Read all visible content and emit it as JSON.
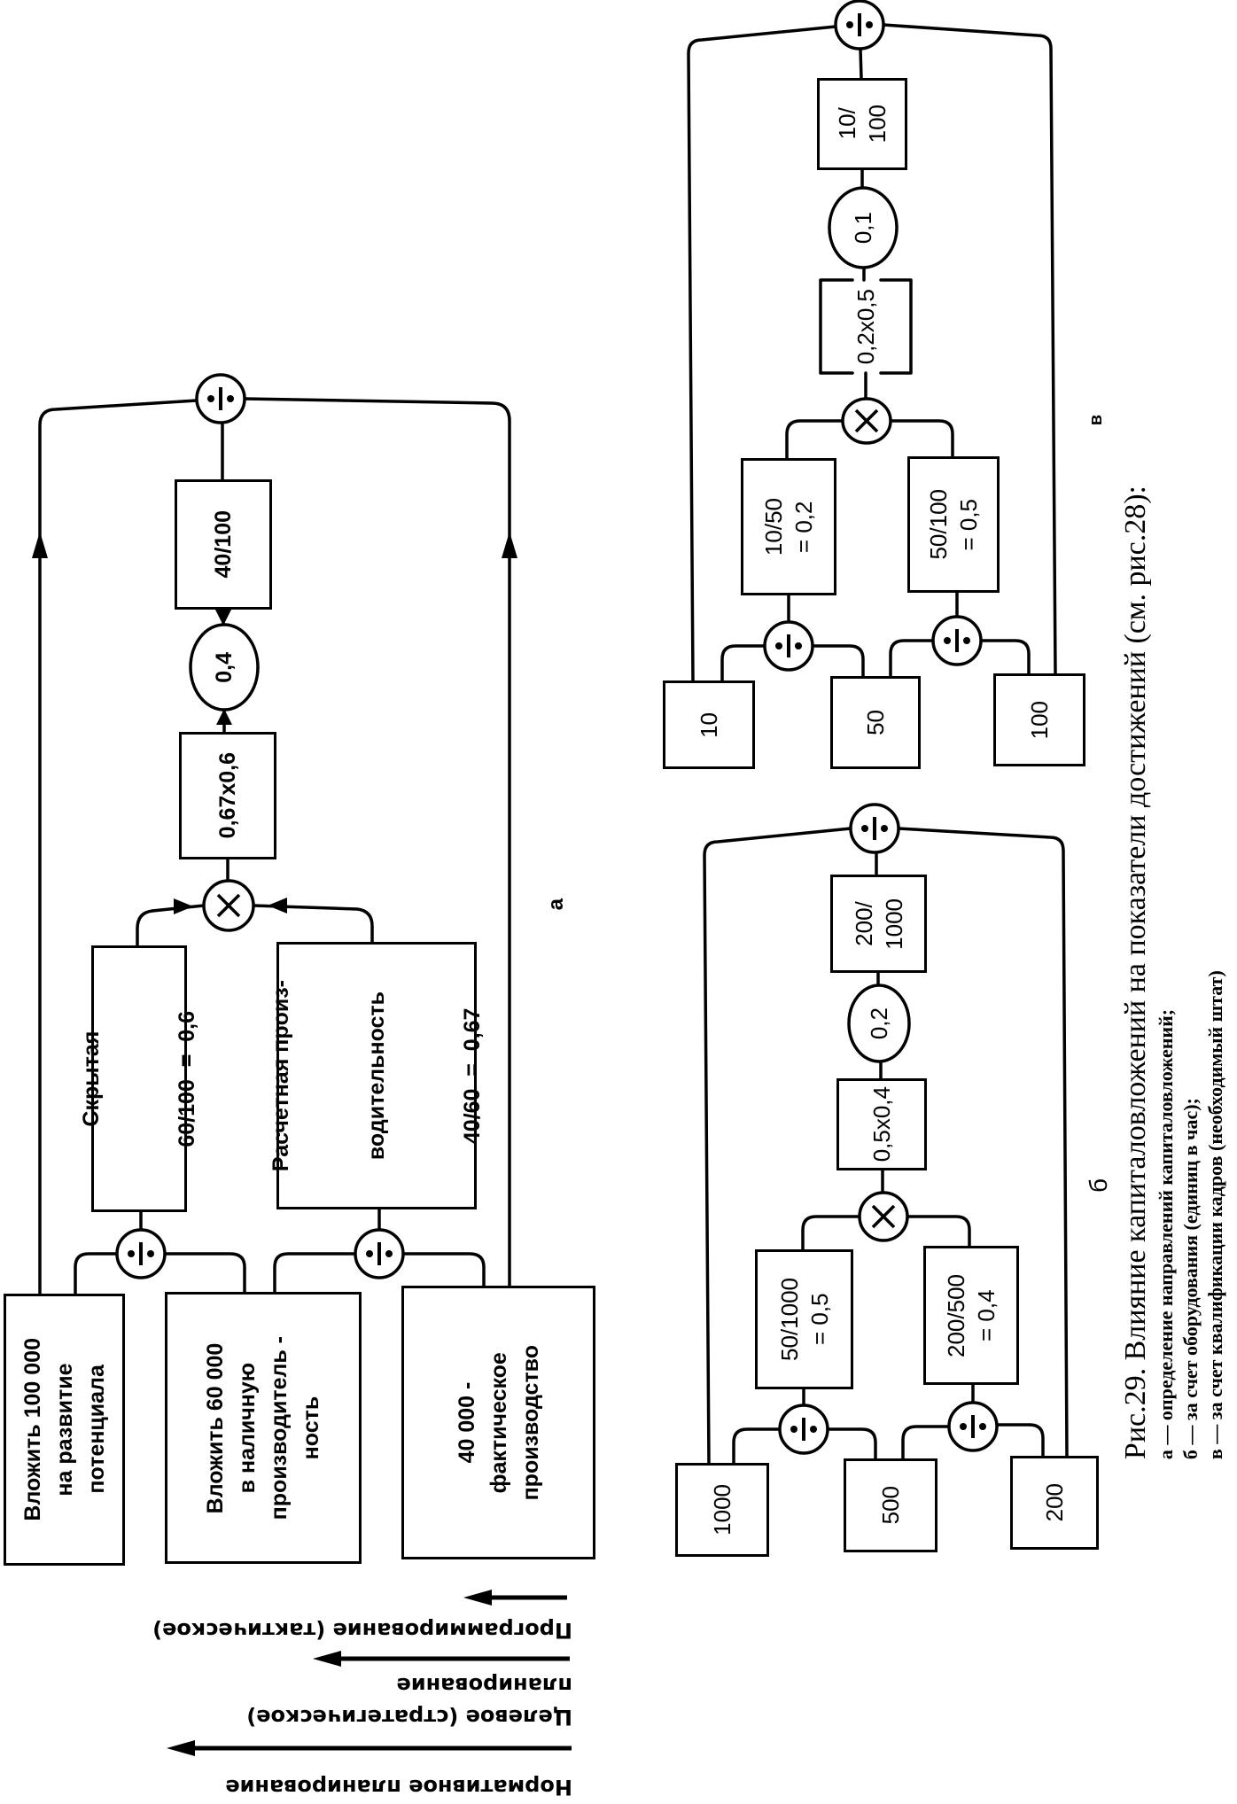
{
  "figure": {
    "caption_title": "Рис.29. Влияние капиталовложений на показатели достижений (см. рис.28):",
    "caption_items": [
      "а — определение направлений капиталовложений;",
      "б — за счет оборудования (единиц в час);",
      "в — за счет квалификации кадров (необходимый штат)"
    ]
  },
  "legend": {
    "normative": "Нормативное планирование",
    "target_line1": "Целевое (стратегическое)",
    "target_line2": "планирование",
    "program": "Программирование (тактическое)"
  },
  "diagram_a": {
    "label": "а",
    "invest_potential": [
      "Вложить 100 000",
      "на развитие",
      "потенциала"
    ],
    "invest_capacity": [
      "Вложить 60 000",
      "в наличную",
      "производитель -",
      "ность"
    ],
    "actual": [
      "40 000 -",
      "фактическое",
      "производство"
    ],
    "hidden": [
      "Скрытая",
      "60/100  =  0,6"
    ],
    "calculated": [
      "Расчетная произ-",
      "водительность",
      "40/60  =  0,67"
    ],
    "product": "0,67x0,6",
    "result": "0,4",
    "ratio": "40/100"
  },
  "diagram_b": {
    "label": "б",
    "input_1": "1000",
    "input_2": "500",
    "input_3": "200",
    "ratio_1": [
      "50/1000",
      "= 0,5"
    ],
    "ratio_2": [
      "200/500",
      "= 0,4"
    ],
    "product": "0,5x0,4",
    "result": "0,2",
    "ratio": [
      "200/",
      "1000"
    ]
  },
  "diagram_c": {
    "label": "в",
    "input_1": "10",
    "input_2": "50",
    "input_3": "100",
    "ratio_1": [
      "10/50",
      "= 0,2"
    ],
    "ratio_2": [
      "50/100",
      "= 0,5"
    ],
    "product": "0,2x0,5",
    "result": "0,1",
    "ratio": [
      "10/",
      "100"
    ]
  },
  "operators": {
    "divide": "divide-icon",
    "multiply": "multiply-icon"
  }
}
